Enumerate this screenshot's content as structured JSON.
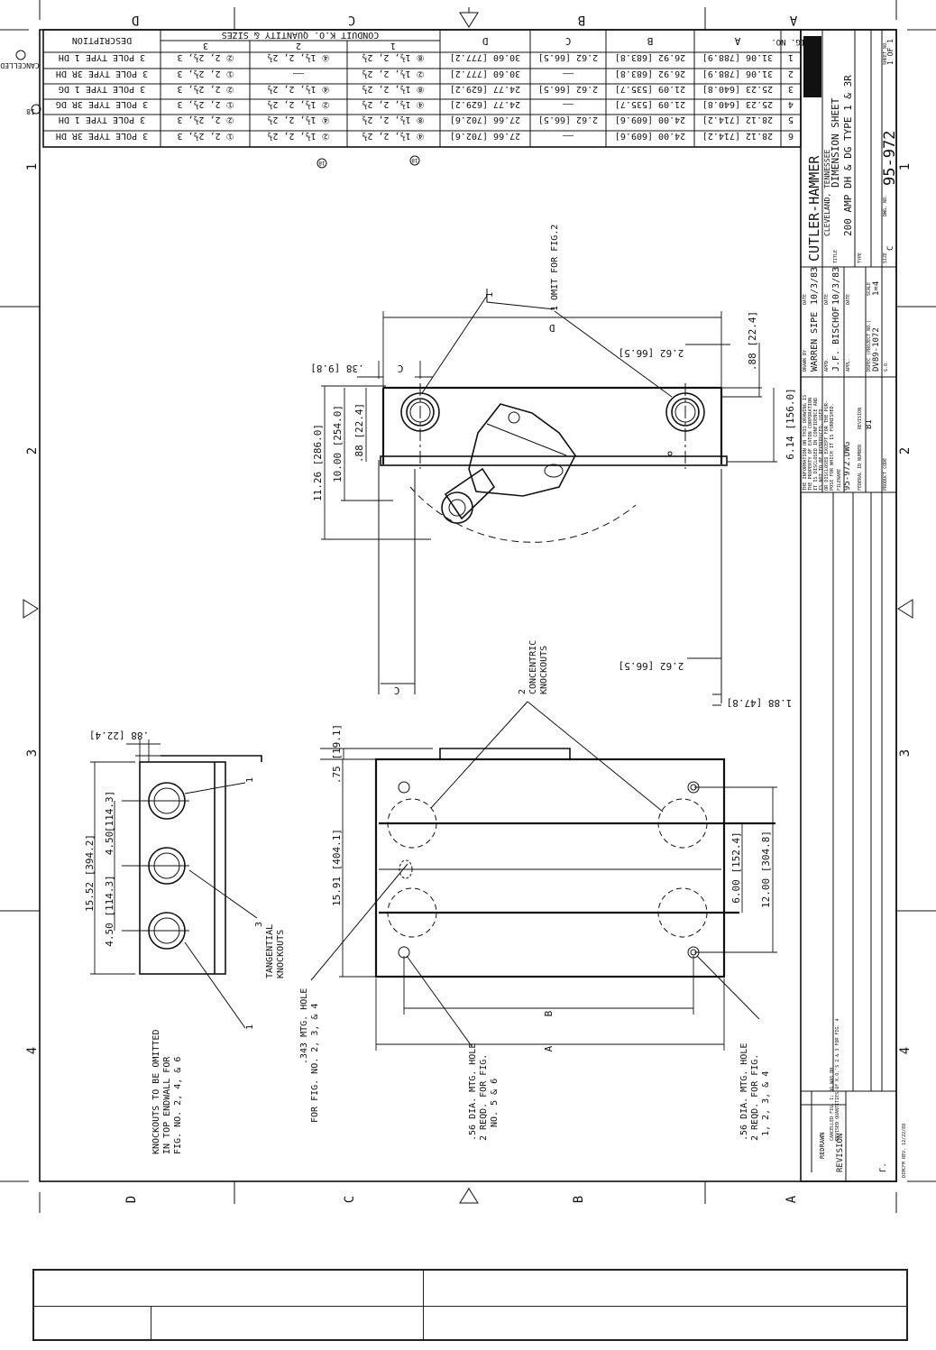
{
  "grid": {
    "letters": [
      "D",
      "C",
      "B",
      "A"
    ],
    "numbers": [
      "1",
      "2",
      "3",
      "4"
    ]
  },
  "table": {
    "group_header": "CONDUIT K.O. QUANTITY & SIZES",
    "headers": [
      "FIG. NO.",
      "A",
      "B",
      "C",
      "D",
      "1",
      "2",
      "3",
      "DESCRIPTION"
    ],
    "rows": [
      {
        "fig": "1",
        "a": "31.06 [788.9]",
        "b": "26.92 [683.8]",
        "c": "2.62 [66.5]",
        "d": "30.60 [777.2]",
        "k1": "⑧ 1½, 2, 2½",
        "k2": "④ 1½, 2, 2½",
        "k3": "② 2, 2½, 3",
        "desc": "3 POLE TYPE 1 DH",
        "note": "CANCELLED"
      },
      {
        "fig": "2",
        "a": "31.06 [788.9]",
        "b": "26.92 [683.8]",
        "c": "——",
        "d": "30.60 [777.2]",
        "k1": "② 1½, 2, 2½",
        "k2": "——",
        "k3": "① 2, 2½, 3",
        "desc": "3 POLE TYPE 3R DH",
        "note": ""
      },
      {
        "fig": "3",
        "a": "25.23 [640.8]",
        "b": "21.09 [535.7]",
        "c": "2.62 [66.5]",
        "d": "24.77 [629.2]",
        "k1": "⑧ 1½, 2, 2½",
        "k2": "④ 1½, 2, 2½",
        "k3": "② 2, 2½, 3",
        "desc": "3 POLE TYPE 1 DG",
        "note": ""
      },
      {
        "fig": "4",
        "a": "25.23 [640.8]",
        "b": "21.09 [535.7]",
        "c": "——",
        "d": "24.77 [629.2]",
        "k1": "④ 1½, 2, 2½",
        "k2": "② 1½, 2, 2½",
        "k3": "① 2, 2½, 3",
        "desc": "3 POLE TYPE 3R DG",
        "note": "18"
      },
      {
        "fig": "5",
        "a": "28.12 [714.2]",
        "b": "24.00 [609.6]",
        "c": "2.62 [66.5]",
        "d": "27.66 [702.6]",
        "k1": "⑧ 1½, 2, 2½",
        "k2": "④ 1½, 2, 2½",
        "k3": "② 2, 2½, 3",
        "desc": "3 POLE TYPE 1 DH",
        "note": ""
      },
      {
        "fig": "6",
        "a": "28.12 [714.2]",
        "b": "24.00 [609.6]",
        "c": "——",
        "d": "27.66 [702.6]",
        "k1": "④ 1½, 2, 2½",
        "k2": "② 1½, 2, 2½",
        "k3": "① 2, 2½, 3",
        "desc": "3 POLE TYPE 3R DH",
        "note": ""
      }
    ]
  },
  "revision_marker": "18",
  "title_block": {
    "company": "CUTLER-HAMMER",
    "location": "CLEVELAND, TENNESSEE",
    "title_label": "TITLE",
    "title_1": "DIMENSION SHEET",
    "title_2": "200 AMP DH & DG TYPE 1 & 3R",
    "type_label": "TYPE",
    "size_label": "SIZE",
    "size": "C",
    "dwg_label": "DWG. NO.",
    "dwg_no": "95-972",
    "sheet_label": "SHEET NO.",
    "sheet": "1 OF 1",
    "drawn_by_label": "DRAWN BY",
    "drawn_by": "WARREN SIPE",
    "date_label": "DATE",
    "drawn_date": "10/3/83",
    "appd_label": "APPD.",
    "appd_by": "J.F. BISCHOF",
    "appd_date": "10/3/83",
    "appl_label": "APPL.",
    "scale_label": "SCALE",
    "scale": "1=4",
    "dspec_label": "DSPEC (PROJECT NO.)",
    "dspec": "DV89-1072",
    "go_label": "G.O.",
    "proprietary": "THE INFORMATION ON THIS DRAWING IS THE PROPERTY OF EATON CORPORATION IT IS DISCLOSED IN CONFIDENCE AND IS NOT TO BE REPRODUCED, USED, OR DISCLOSED EXCEPT FOR THE PURPOSE FOR WHICH IT IS FURNISHED.",
    "filename_label": "FILENAME",
    "filename": "95-972.DWG",
    "federal_label": "FEDERAL ID NUMBER",
    "revision_label": "REVISION",
    "revision": "B1",
    "product_code_label": "PRODUCT CODE"
  },
  "revision_block": {
    "title": "REVISION",
    "entries": [
      "REDRAWN",
      "REVISED QUANTITIES OF K.O.'S 2 & 3 FOR FIG. 4",
      "CANCELLED FIG. 1; DG WAS DH"
    ],
    "form_no": "DIMCFM REV. 12/22/88"
  },
  "notes": {
    "omit_fig2": "1 OMIT FOR FIG.2",
    "concentric": "CONCENTRIC KNOCKOUTS",
    "concentric_qty": "2",
    "tangential": "TANGENTIAL KNOCKOUTS",
    "tangential_qty": "3",
    "ko_omitted_1": "KNOCKOUTS TO BE OMITTED",
    "ko_omitted_2": "IN TOP ENDWALL FOR",
    "ko_omitted_3": "FIG. NO. 2, 4, & 6",
    "hole_343_1": ".343 MTG. HOLE",
    "hole_343_2": "FOR FIG. NO. 2, 3, & 4",
    "hole_56a_1": ".56 DIA. MTG. HOLE",
    "hole_56a_2": "2 REQD. FOR FIG.",
    "hole_56a_3": "NO. 5 & 6",
    "hole_56b_1": ".56 DIA. MTG. HOLE",
    "hole_56b_2": "2 REQD. FOR FIG.",
    "hole_56b_3": "1, 2, 3, & 4",
    "callout_1": "1"
  },
  "dims": {
    "d_11_26": "11.26 [286.0]",
    "d_10_00": "10.00 [254.0]",
    "d_088": ".88 [22.4]",
    "d_038": ".38 [9.8]",
    "d_262": "2.62 [66.5]",
    "d_6_14": "6.14 [156.0]",
    "d_88_right": ".88 [22.4]",
    "d_188": "1.88 [47.8]",
    "d_075": ".75 [19.1]",
    "d_15_91": "15.91 [404.1]",
    "d_6_00": "6.00 [152.4]",
    "d_12_00": "12.00 [304.8]",
    "d_15_52": "15.52 [394.2]",
    "d_4_50": "4.50 [114.3]",
    "d_4_50b": "4.50",
    "d_4_50c": "[114.3]",
    "d_088_left": ".88 [22.4]",
    "label_a": "A",
    "label_b": "B",
    "label_c": "C",
    "label_d": "D"
  }
}
